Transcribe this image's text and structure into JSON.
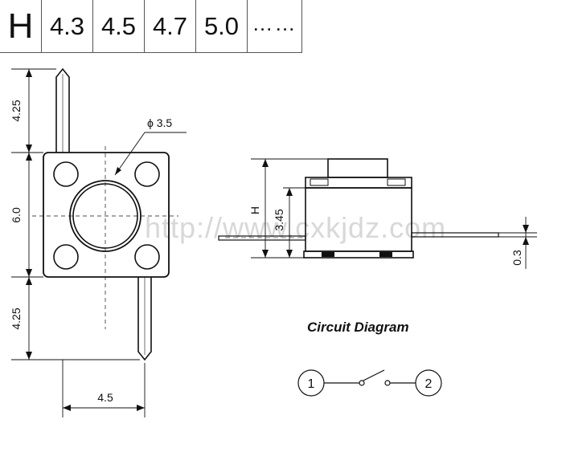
{
  "spec_table": {
    "label": "H",
    "values": [
      "4.3",
      "4.5",
      "4.7",
      "5.0"
    ],
    "more": "……"
  },
  "top_view": {
    "pin_length_top": "4.25",
    "body_height": "6.0",
    "pin_length_bottom": "4.25",
    "width": "4.5",
    "button_diameter": "ϕ 3.5"
  },
  "side_view": {
    "total_height": "H",
    "body_height": "3.45",
    "lead_thickness": "0.3"
  },
  "watermark": "http://www.cxkjdz.com",
  "circuit": {
    "title": "Circuit Diagram",
    "node_1": "1",
    "node_2": "2"
  }
}
